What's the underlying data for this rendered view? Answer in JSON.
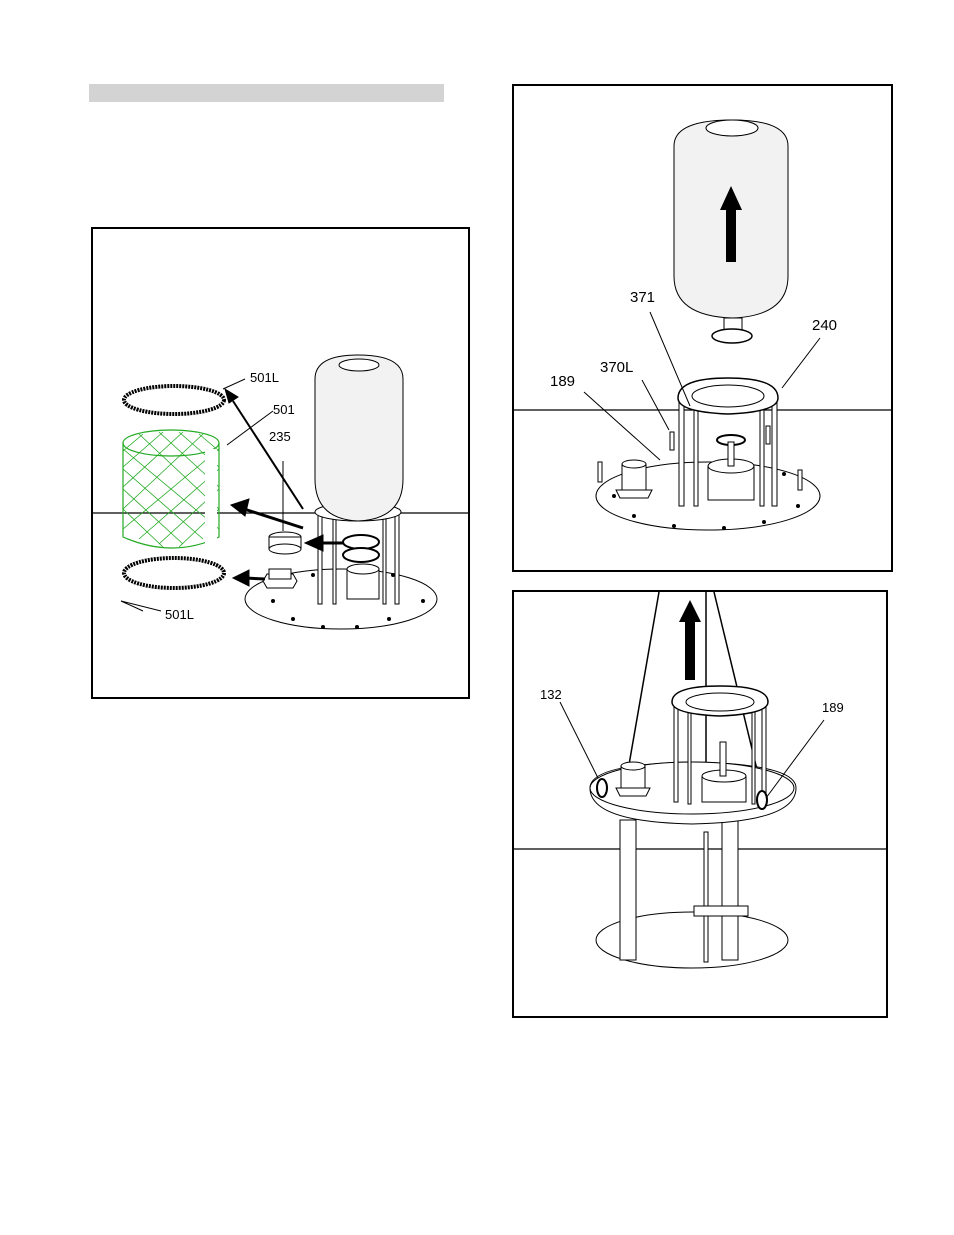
{
  "figures": {
    "left": {
      "callouts": [
        "501L",
        "501",
        "235",
        "501L"
      ]
    },
    "top_right": {
      "callouts": [
        "371",
        "240",
        "189",
        "370L"
      ]
    },
    "bottom_right": {
      "callouts": [
        "132",
        "189"
      ]
    }
  },
  "colors": {
    "mesh_green": "#22aa22",
    "tank_fill": "#f2f2f2",
    "gray_bar": "#d3d3d3"
  }
}
